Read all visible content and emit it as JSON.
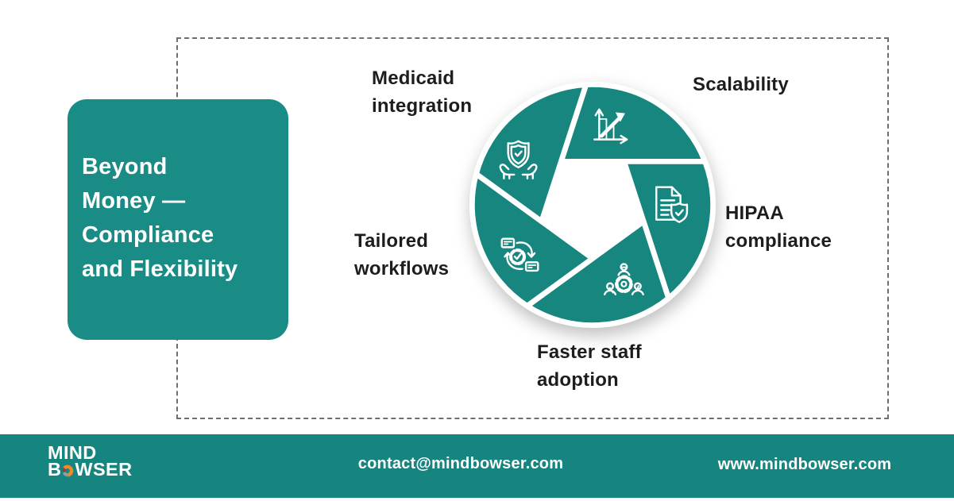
{
  "card": {
    "lines": [
      "Beyond",
      "Money —",
      "Compliance",
      "and Flexibility"
    ]
  },
  "wheel": {
    "items": [
      {
        "label": "Medicaid integration",
        "icon": "hands-shield-icon"
      },
      {
        "label": "Scalability",
        "icon": "growth-chart-icon"
      },
      {
        "label": "HIPAA compliance",
        "icon": "document-shield-icon"
      },
      {
        "label": "Faster staff adoption",
        "icon": "team-gear-icon"
      },
      {
        "label": "Tailored workflows",
        "icon": "workflow-gear-icon"
      }
    ]
  },
  "footer": {
    "logo": {
      "top": "MIND",
      "bottom": "BOWSER",
      "bottom_pre": "B",
      "bottom_post": "WSER"
    },
    "email": "contact@mindbowser.com",
    "website": "www.mindbowser.com"
  },
  "colors": {
    "teal_card": "#1A8C86",
    "teal_blade": "#17867F",
    "teal_footer": "#17857F",
    "blade_stroke": "#FFFFFF",
    "label_text": "#1D1D1F",
    "dash_border": "#6F6F6F",
    "logo_orange": "#EE8A2A",
    "logo_red": "#C1272D",
    "logo_gray": "#9A9A9A"
  }
}
